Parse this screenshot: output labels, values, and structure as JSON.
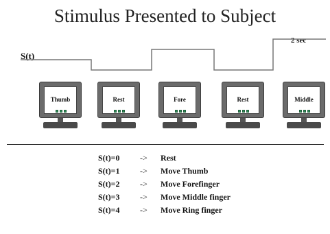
{
  "title": "Stimulus Presented to Subject",
  "signal_label": "S(t)",
  "duration_label": "2 sec",
  "monitors": [
    {
      "label": "Thumb"
    },
    {
      "label": "Rest"
    },
    {
      "label": "Fore"
    },
    {
      "label": "Rest"
    },
    {
      "label": "Middle"
    }
  ],
  "legend": [
    {
      "code": "S(t)=0",
      "arrow": "->",
      "meaning": "Rest"
    },
    {
      "code": "S(t)=1",
      "arrow": "->",
      "meaning": "Move Thumb"
    },
    {
      "code": "S(t)=2",
      "arrow": "->",
      "meaning": "Move Forefinger"
    },
    {
      "code": "S(t)=3",
      "arrow": "->",
      "meaning": "Move Middle finger"
    },
    {
      "code": "S(t)=4",
      "arrow": "->",
      "meaning": "Move Ring finger"
    }
  ],
  "signal_levels": [
    1,
    0,
    2,
    0,
    3
  ]
}
